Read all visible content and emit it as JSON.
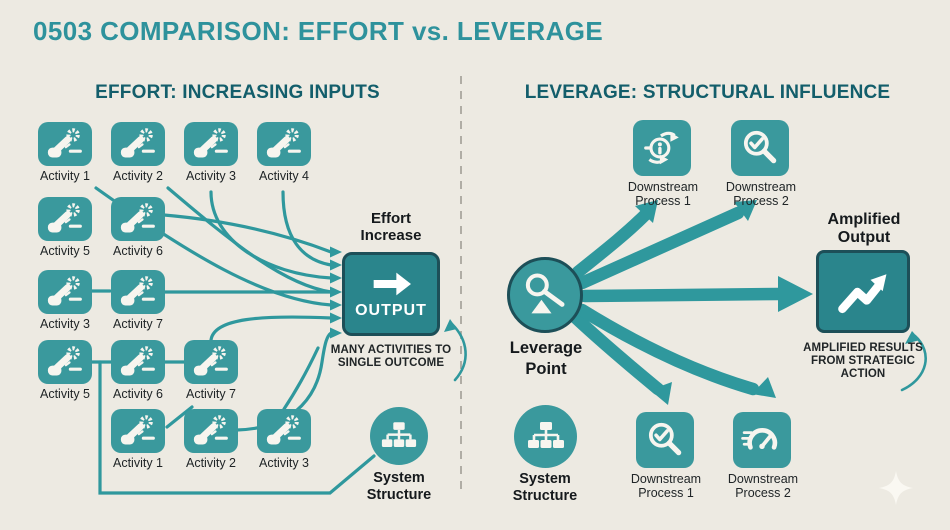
{
  "title": "0503  COMPARISON: EFFORT vs. LEVERAGE",
  "colors": {
    "background": "#edeae2",
    "teal": "#3a999d",
    "teal_dark": "#2a858c",
    "box_border": "#1d4f58",
    "arrow": "#2f989d",
    "title": "#2e929c",
    "heading": "#135e6b",
    "text": "#202527",
    "text_bold": "#15191c",
    "divider": "#b0ada5",
    "icon_white": "#f7f5ef"
  },
  "icons": {
    "activity": "hand-press-with-gear-icon",
    "system_structure": "org-chart-icon",
    "leverage_point": "lever-magnifier-icon",
    "downstream_info": "info-flow-icon",
    "downstream_check": "magnifier-check-icon",
    "downstream_gauge": "speedometer-icon",
    "output": "right-arrow-icon",
    "amplified": "trend-up-arrow-icon",
    "corner": "sparkle-icon"
  },
  "left": {
    "heading_bold": "EFFORT:",
    "heading_rest": " INCREASING INPUTS",
    "activities": [
      {
        "label": "Activity 1"
      },
      {
        "label": "Activity 2"
      },
      {
        "label": "Activity 3"
      },
      {
        "label": "Activity 4"
      },
      {
        "label": "Activity 5"
      },
      {
        "label": "Activity 6"
      },
      {
        "label": "Activity 3"
      },
      {
        "label": "Activity 7"
      },
      {
        "label": "Activity 5"
      },
      {
        "label": "Activity 6"
      },
      {
        "label": "Activity 7"
      },
      {
        "label": "Activity 1"
      },
      {
        "label": "Activity 2"
      },
      {
        "label": "Activity 3"
      }
    ],
    "effort_line1": "Effort",
    "effort_line2": "Increase",
    "output_label": "OUTPUT",
    "note_line1": "MANY ACTIVITIES TO",
    "note_line2": "SINGLE OUTCOME",
    "system_line1": "System",
    "system_line2": "Structure"
  },
  "right": {
    "heading_bold": "LEVERAGE:",
    "heading_rest": " STRUCTURAL INFLUENCE",
    "leverage_line1": "Leverage",
    "leverage_line2": "Point",
    "top_process1_line1": "Downstream",
    "top_process1_line2": "Process 1",
    "top_process2_line1": "Downstream",
    "top_process2_line2": "Process 2",
    "bottom_process1_line1": "Downstream",
    "bottom_process1_line2": "Process 1",
    "bottom_process2_line1": "Downstream",
    "bottom_process2_line2": "Process 2",
    "amplified_line1": "Amplified",
    "amplified_line2": "Output",
    "amp_note_line1": "AMPLIFIED RESULTS",
    "amp_note_line2": "FROM STRATEGIC",
    "amp_note_line3": "ACTION",
    "system_line1": "System",
    "system_line2": "Structure"
  }
}
